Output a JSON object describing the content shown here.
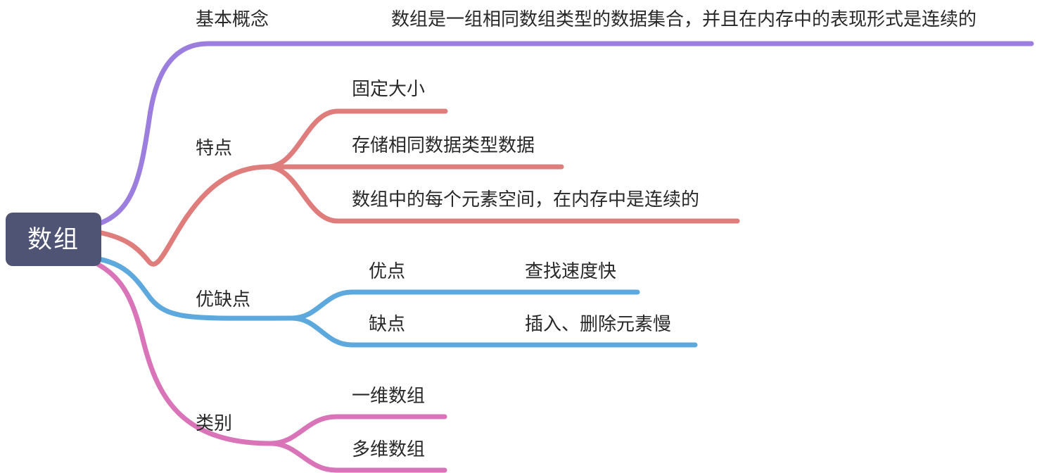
{
  "mindmap": {
    "root": {
      "label": "数组",
      "color": "#4f5475",
      "text_color": "#ffffff"
    },
    "branches": [
      {
        "id": "basic-concept",
        "label": "基本概念",
        "color": "#9b7ede",
        "children": [
          {
            "label": "数组是一组相同数组类型的数据集合，并且在内存中的表现形式是连续的"
          }
        ]
      },
      {
        "id": "features",
        "label": "特点",
        "color": "#df7c7c",
        "children": [
          {
            "label": "固定大小"
          },
          {
            "label": "存储相同数据类型数据"
          },
          {
            "label": "数组中的每个元素空间，在内存中是连续的"
          }
        ]
      },
      {
        "id": "pros-cons",
        "label": "优缺点",
        "color": "#5da9dd",
        "children": [
          {
            "label": "优点",
            "detail": "查找速度快"
          },
          {
            "label": "缺点",
            "detail": "插入、删除元素慢"
          }
        ]
      },
      {
        "id": "categories",
        "label": "类别",
        "color": "#d974b8",
        "children": [
          {
            "label": "一维数组"
          },
          {
            "label": "多维数组"
          }
        ]
      }
    ]
  }
}
